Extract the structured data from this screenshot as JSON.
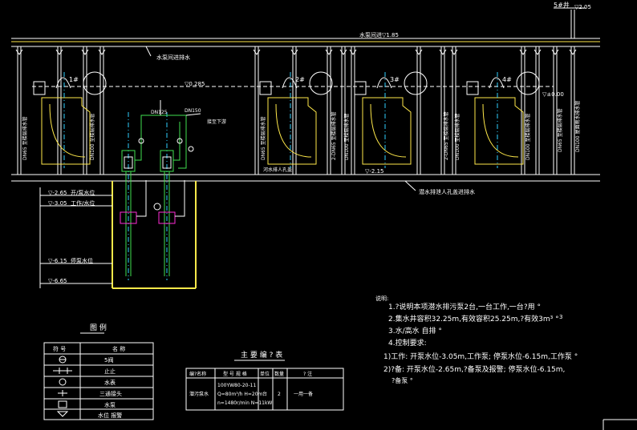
{
  "colors": {
    "background": "#000000",
    "line": "#ffffff",
    "centerline": "#2fd0ff",
    "pipe": "#3fe04f",
    "structure": "#ffe94a",
    "equipment": "#ff2bd6"
  },
  "header": {
    "top_right_label": "5#井",
    "top_right_elev": "▽2.05",
    "pipe_top_label": "水泵间进",
    "pipe_top_elev": "▽1.85",
    "pipe_label_2": "水泵间进排水",
    "elev_0285": "▽0.285",
    "elev_000": "▽±0.00",
    "elev_m215": "▽-2.15",
    "bottom_pipe_label": "潜水排泄人孔盖进排水",
    "mid_label": "河水排人孔盖"
  },
  "pumps": [
    "1#",
    "2#",
    "3#",
    "4#"
  ],
  "pipes": {
    "dn125": "DN125",
    "dn150": "DN150",
    "note_down": "接至下游"
  },
  "vertical_labels": [
    "DN65 至楼层排水管",
    "DN100 至楼层排水管",
    "DN65 至楼层排水管",
    "2-DN65 至楼层排水管",
    "DN100 至楼层排水管",
    "2-DN65 至楼层排水管",
    "DN100 至楼层排水管",
    "DN100 至楼层排水管",
    "DN65 至楼层排水管",
    "DN100 屋面雨水排水管"
  ],
  "levels": [
    {
      "elev": "▽-2.65",
      "label": "开/泵水位"
    },
    {
      "elev": "▽-3.05",
      "label": "工作/水位"
    },
    {
      "elev": "▽-6.15",
      "label": "停泵水位"
    },
    {
      "elev": "▽-6.65",
      "label": ""
    }
  ],
  "notes": {
    "title": "说明:",
    "lines": [
      "1.?说明本项潜水排污泵2台,一台工作,一台?用 °",
      "2.集水井容积32.25m,有效容积25.25m,?有效3m³ °",
      "3.水/高水 自排 °",
      "4.控制要求:",
      "1)工作: 开泵水位-3.05m,工作泵; 停泵水位-6.15m,工作泵 °",
      "2)?备: 开泵水位-2.65m,?备泵及报警; 停泵水位-6.15m,",
      "?备泵 °"
    ],
    "side_mark": "3"
  },
  "legend": {
    "title": "图 例",
    "headers": [
      "符 号",
      "名 称"
    ],
    "rows": [
      {
        "name": "5阀"
      },
      {
        "name": "止止"
      },
      {
        "name": "水表"
      },
      {
        "name": "三通接头"
      },
      {
        "name": "水泵"
      },
      {
        "name": "水位 报警"
      }
    ]
  },
  "equipment": {
    "title": "主 要 编 ? 表",
    "headers": [
      "编?名称",
      "型 号 规 格",
      "单位",
      "数量",
      "? 注"
    ],
    "row": {
      "name": "潜污泵水",
      "spec": [
        "100YW80-20-11",
        "Q=80m³/h H=20m",
        "n=1480r/min N=11kW"
      ],
      "unit": "台",
      "qty": "2",
      "remark": "一用一备"
    }
  }
}
